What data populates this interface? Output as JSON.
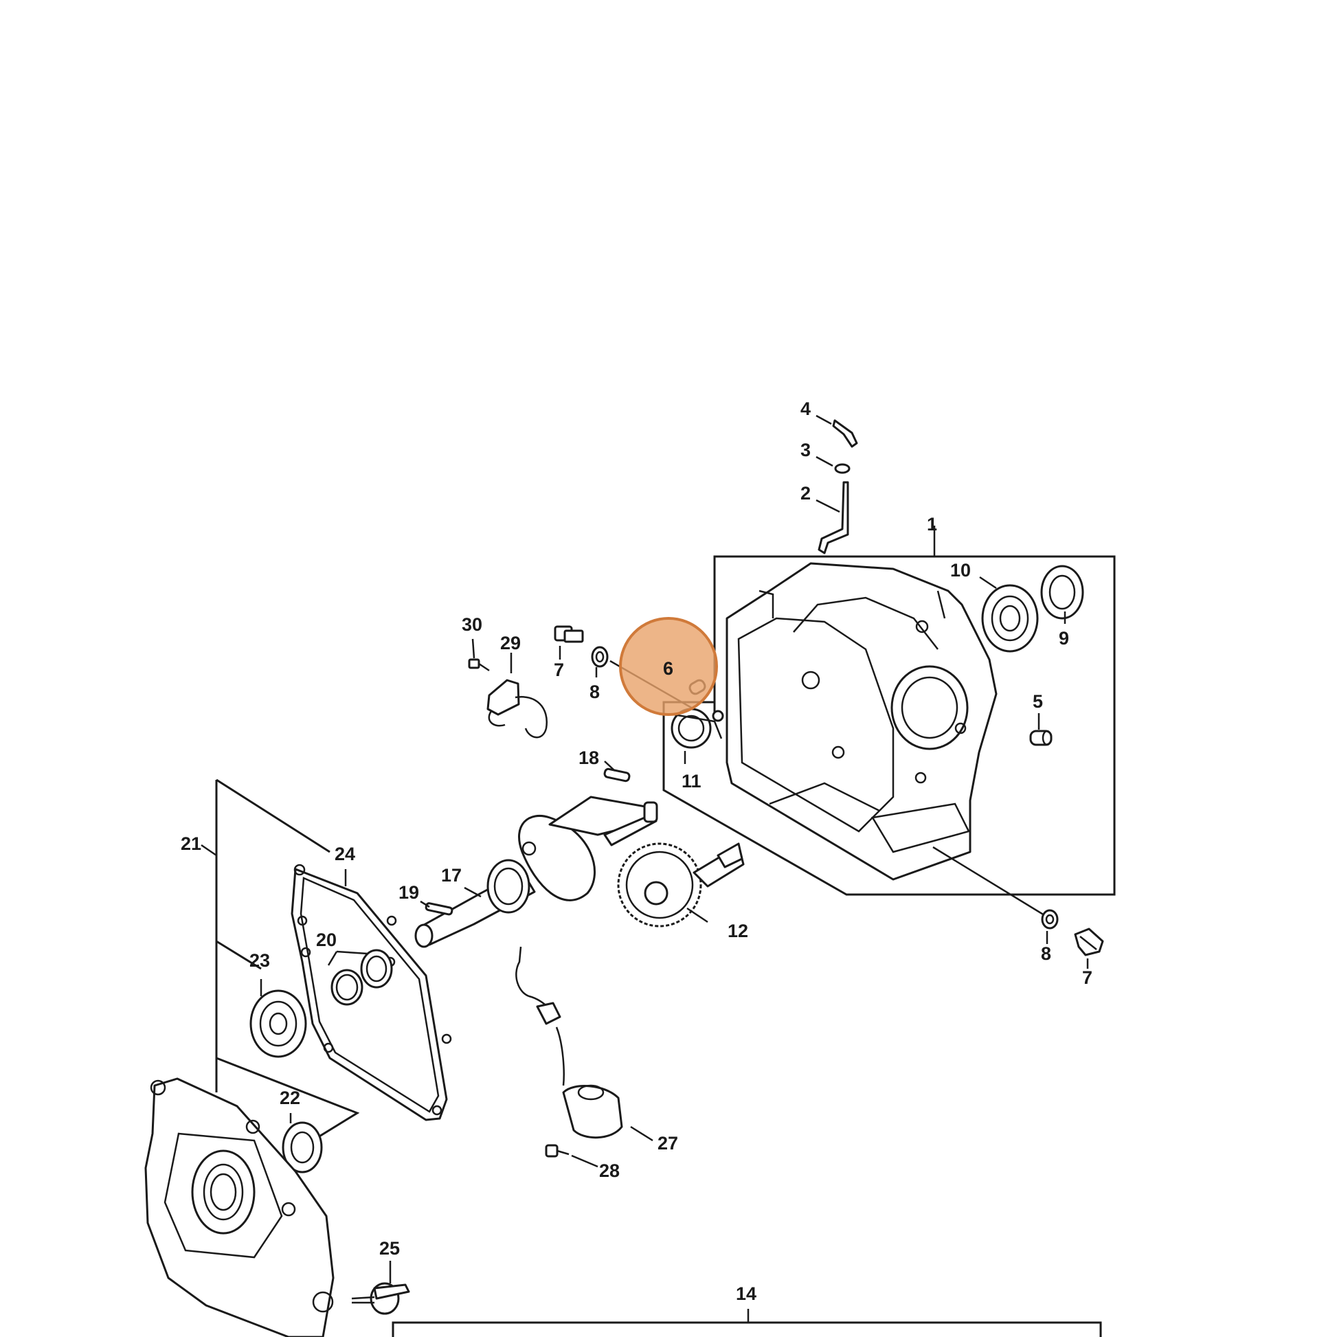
{
  "diagram": {
    "callouts": [
      "1",
      "2",
      "3",
      "4",
      "5",
      "6",
      "7",
      "8",
      "9",
      "10",
      "11",
      "12",
      "14",
      "17",
      "18",
      "19",
      "20",
      "21",
      "22",
      "23",
      "24",
      "25",
      "27",
      "28",
      "29",
      "30"
    ],
    "second_callouts": {
      "7": "7",
      "8": "8"
    },
    "highlight": {
      "label": "6",
      "color": "#e8a36a",
      "outline_color": "#d07a3a"
    },
    "colors": {
      "line": "#1a1a1a",
      "background": "#ffffff"
    }
  }
}
